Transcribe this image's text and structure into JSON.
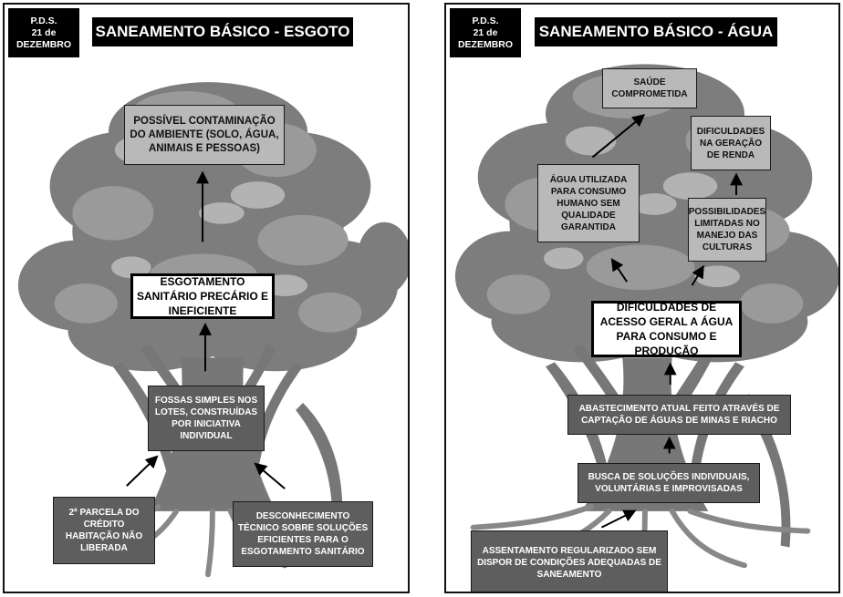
{
  "left": {
    "badge": [
      "P.D.S.",
      "21 de",
      "DEZEMBRO"
    ],
    "title": "SANEAMENTO BÁSICO - ESGOTO",
    "boxes": {
      "contaminacao": "POSSÍVEL CONTAMINAÇÃO DO AMBIENTE (SOLO, ÁGUA, ANIMAIS E PESSOAS)",
      "esgotamento": "ESGOTAMENTO SANITÁRIO PRECÁRIO E INEFICIENTE",
      "fossas": "FOSSAS SIMPLES NOS LOTES, CONSTRUÍDAS POR INICIATIVA INDIVIDUAL",
      "parcela": "2ª PARCELA DO CRÉDITO HABITAÇÃO NÃO LIBERADA",
      "desconhecimento": "DESCONHECIMENTO TÉCNICO SOBRE SOLUÇÕES EFICIENTES PARA O ESGOTAMENTO SANITÁRIO"
    }
  },
  "right": {
    "badge": [
      "P.D.S.",
      "21 de",
      "DEZEMBRO"
    ],
    "title": "SANEAMENTO BÁSICO - ÁGUA",
    "boxes": {
      "saude": "SAÚDE COMPROMETIDA",
      "renda": "DIFICULDADES NA GERAÇÃO DE RENDA",
      "agua_utilizada": "ÁGUA UTILIZADA PARA CONSUMO HUMANO SEM QUALIDADE GARANTIDA",
      "possibilidades": "POSSIBILIDADES LIMITADAS NO MANEJO DAS CULTURAS",
      "dificuldades": "DIFICULDADES DE ACESSO GERAL A ÁGUA PARA CONSUMO E PRODUÇÃO",
      "abastecimento": "ABASTECIMENTO ATUAL FEITO ATRAVÉS DE CAPTAÇÃO DE ÁGUAS DE MINAS E RIACHO",
      "busca": "BUSCA DE SOLUÇÕES INDIVIDUAIS, VOLUNTÁRIAS E IMPROVISADAS",
      "assentamento": "ASSENTAMENTO REGULARIZADO SEM DISPOR DE CONDIÇÕES ADEQUADAS DE SANEAMENTO"
    }
  },
  "colors": {
    "canopy_dark": "#7d7d7d",
    "canopy_mid": "#9a9a9a",
    "canopy_light": "#b3b3b3",
    "trunk": "#777777",
    "box_light": "#b9b9b9",
    "box_dark": "#5e5e5e"
  }
}
